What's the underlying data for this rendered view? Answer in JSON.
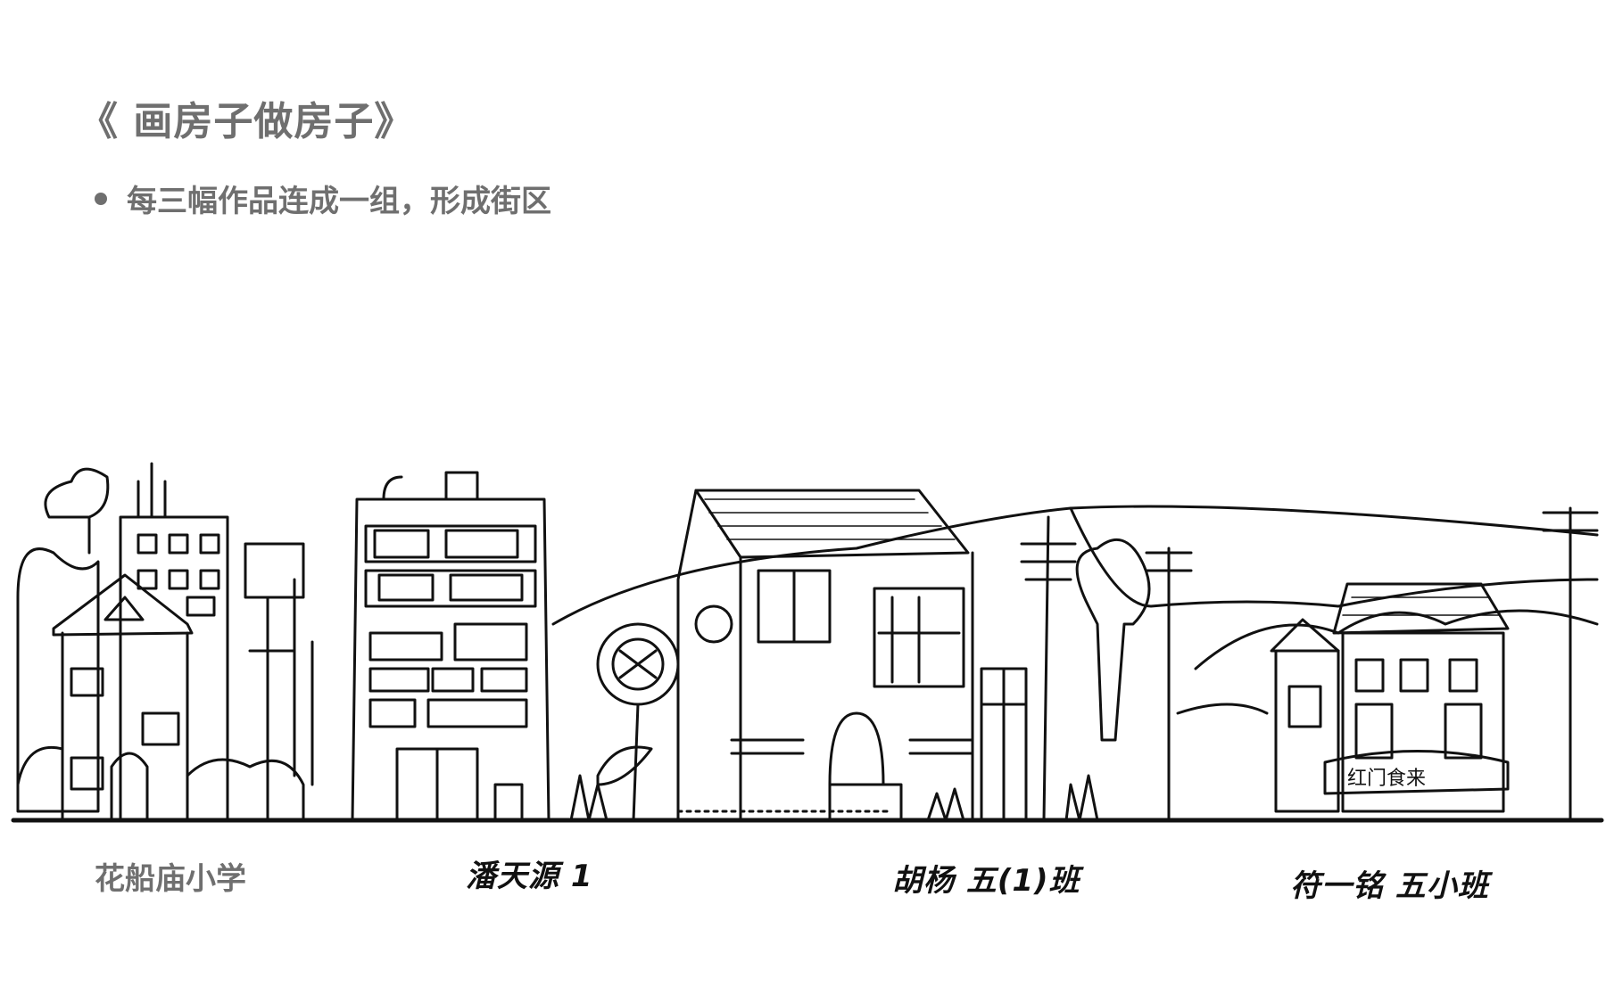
{
  "header": {
    "title": "《 画房子做房子》",
    "bullet": "每三幅作品连成一组，形成街区"
  },
  "footer": {
    "school": "花船庙小学",
    "signatures": [
      "潘天源 1",
      "胡杨 五(1)班",
      "符一铭 五小班"
    ]
  },
  "drawing": {
    "shop_sign": "红门食来"
  }
}
